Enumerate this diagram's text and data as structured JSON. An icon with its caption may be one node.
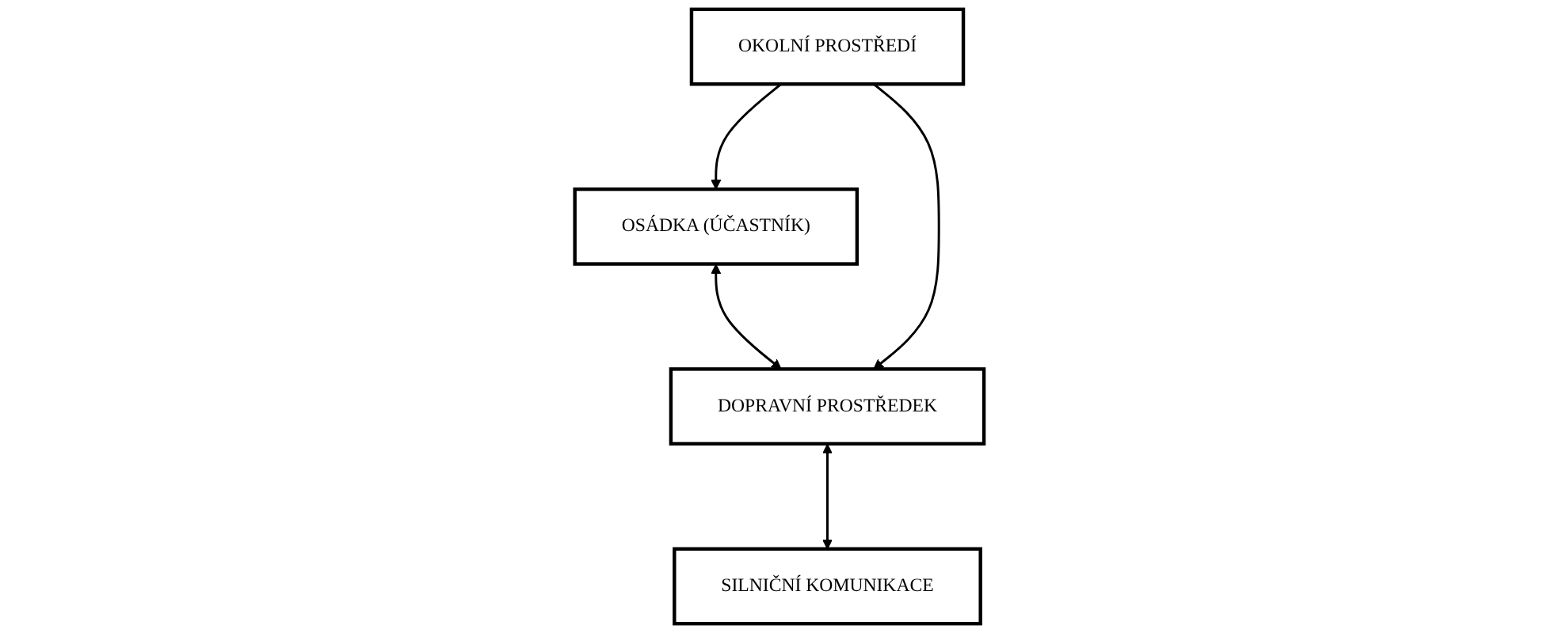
{
  "diagram": {
    "nodes": [
      {
        "text": [
          "OSÁDKA (ÚČASTNÍK)"
        ]
      },
      {
        "text": [
          "SILNIČNÍ KOMUNIKACE"
        ]
      },
      {
        "text": [
          "DOPRAVNÍ PROSTŘEDEK"
        ]
      },
      {
        "text": [
          "OKOLNÍ PROSTŘEDÍ"
        ]
      }
    ],
    "edges": [
      {
        "from": 0,
        "to": 2,
        "arrow": "both"
      },
      {
        "from": 3,
        "to": 0,
        "arrow": "to"
      },
      {
        "from": 2,
        "to": 1,
        "arrow": "both"
      },
      {
        "from": 3,
        "to": 2,
        "arrow": "to"
      }
    ]
  }
}
